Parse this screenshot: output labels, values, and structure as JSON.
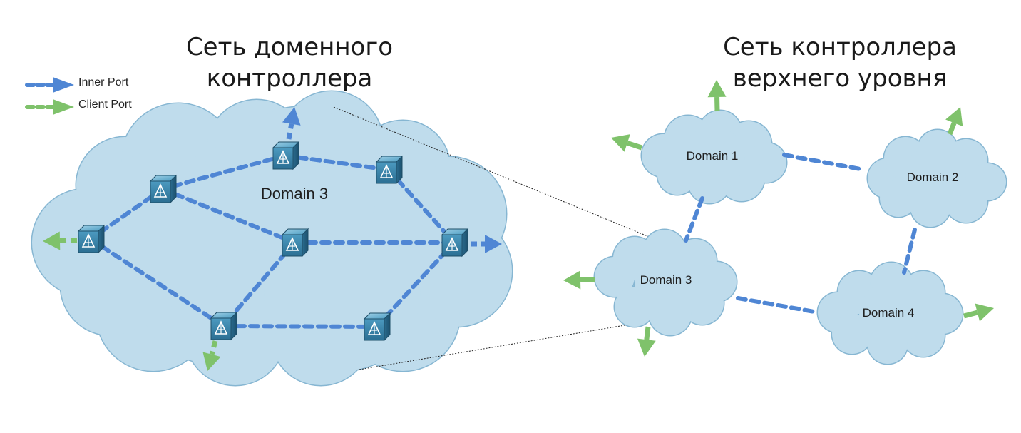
{
  "left_title": [
    "Сеть доменного",
    "контроллера"
  ],
  "right_title": [
    "Сеть контроллера",
    "верхнего уровня"
  ],
  "legend": [
    {
      "label": "Inner Port",
      "color": "#4f86d4"
    },
    {
      "label": "Client Port",
      "color": "#7fc26b"
    }
  ],
  "detail_domain": "Domain 3",
  "domains": [
    "Domain 1",
    "Domain 2",
    "Domain 3",
    "Domain 4"
  ],
  "colors": {
    "cloud_fill": "#bfdcec",
    "cloud_stroke": "#86b6d2",
    "inner": "#4f86d4",
    "client": "#7fc26b",
    "switch_body": "#3d8bb0"
  }
}
